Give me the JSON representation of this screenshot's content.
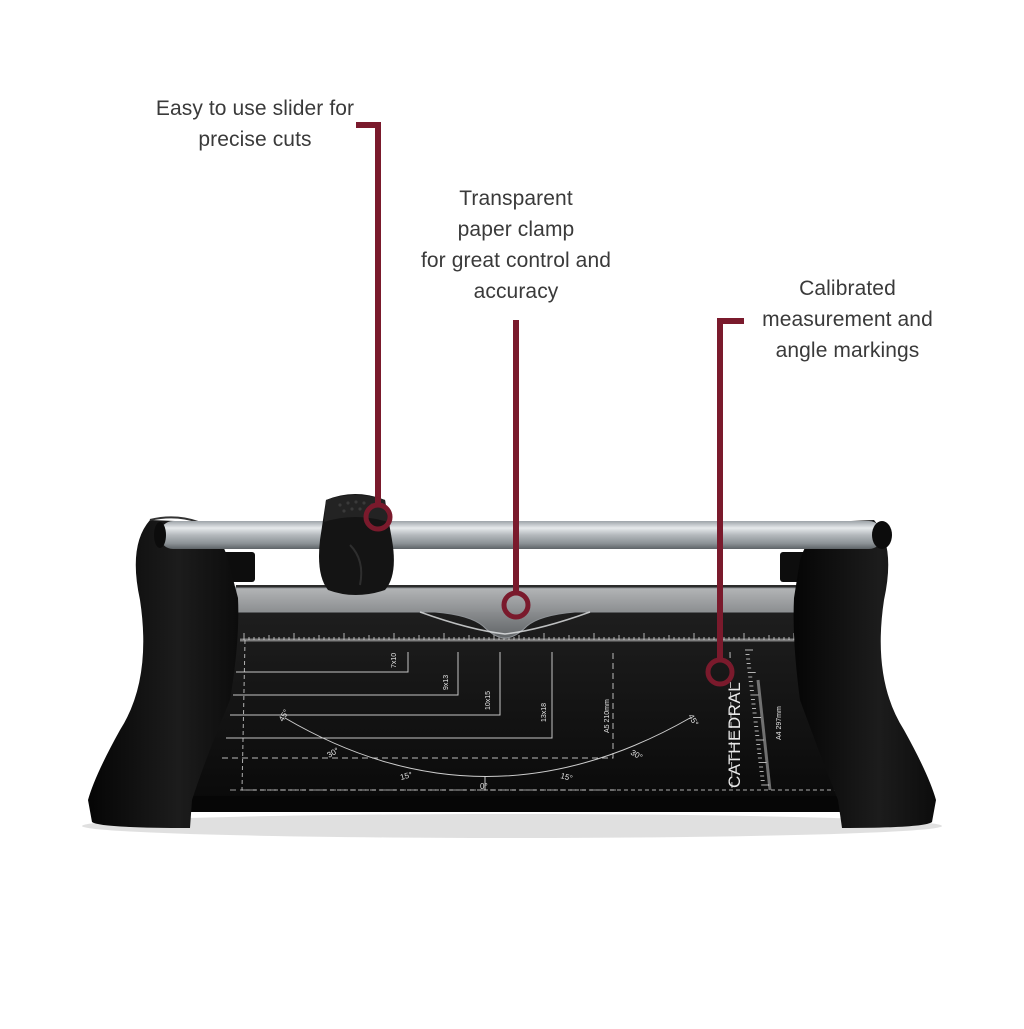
{
  "callouts": {
    "slider": {
      "line1": "Easy to use slider for",
      "line2": "precise cuts"
    },
    "clamp": {
      "line1": "Transparent",
      "line2": "paper clamp",
      "line3": "for great control and",
      "line4": "accuracy"
    },
    "markings": {
      "line1": "Calibrated",
      "line2": "measurement and",
      "line3": "angle markings"
    }
  },
  "board": {
    "brand": "CATHEDRAL",
    "size_labels": [
      "7x10",
      "9x13",
      "10x15",
      "13x18"
    ],
    "paper_labels": [
      "A5 210mm",
      "A4 297mm"
    ],
    "angle_labels": [
      "45°",
      "30°",
      "15°",
      "0°",
      "15°",
      "30°",
      "45°"
    ]
  },
  "colors": {
    "accent": "#7a1a2c",
    "text": "#3a3a3a",
    "cutter_body": "#111111",
    "rail": "#c9cdd1"
  }
}
